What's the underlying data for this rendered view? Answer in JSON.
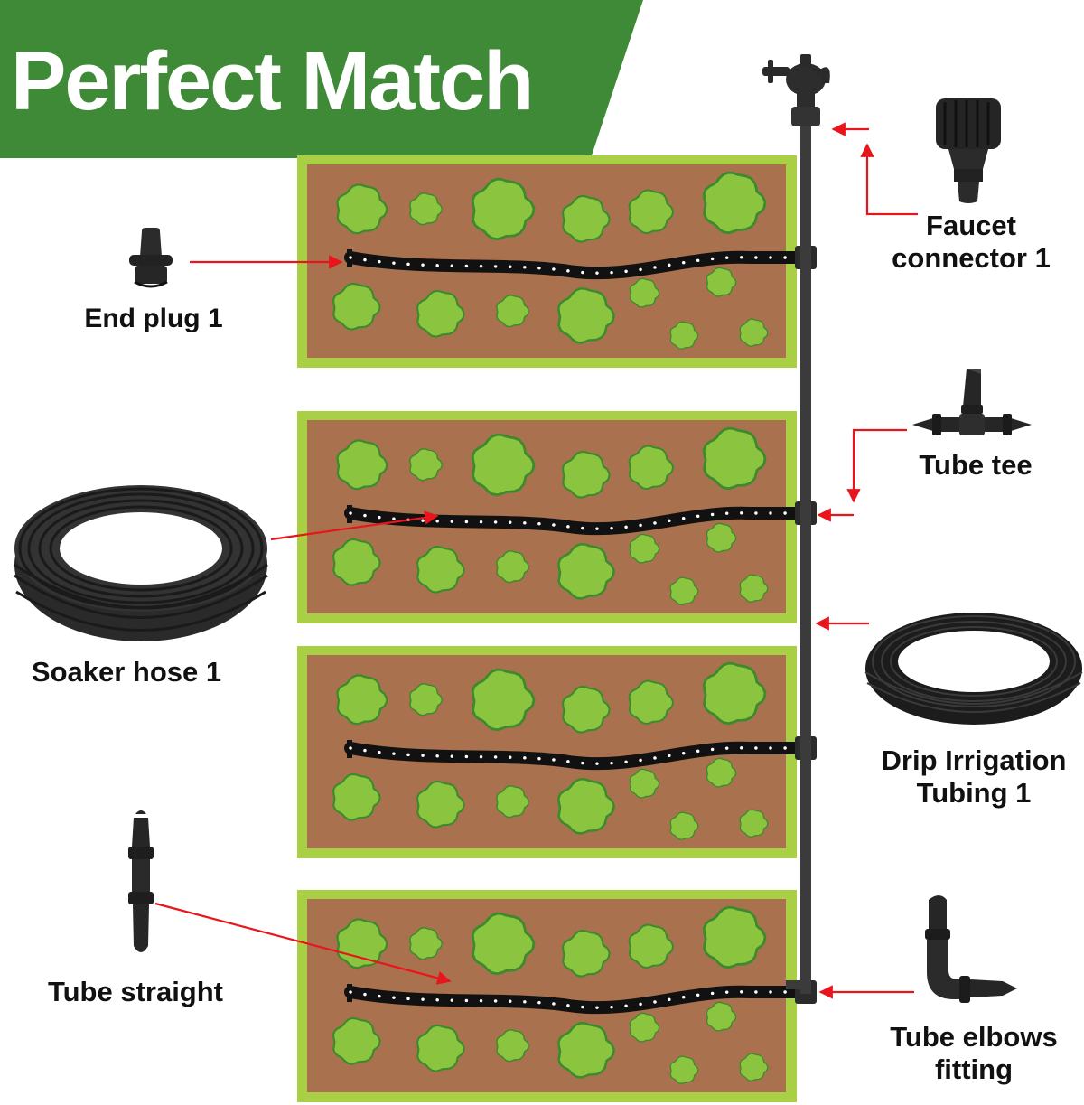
{
  "banner": {
    "title": "Perfect Match",
    "color": "#3f8a36"
  },
  "colors": {
    "bed_frame": "#a9cf44",
    "soil": "#a9714e",
    "plant_fill": "#8bc53f",
    "plant_outline": "#3d8a2d",
    "hose": "#111111",
    "pipe": "#3b3b3b",
    "arrow": "#e8161c"
  },
  "labels": {
    "end_plug": "End plug 1",
    "soaker_hose": "Soaker hose 1",
    "tube_straight": "Tube straight",
    "faucet_connector": "Faucet connector 1",
    "tube_tee": "Tube tee",
    "drip_tubing": "Drip Irrigation Tubing 1",
    "tube_elbows": "Tube elbows fitting"
  },
  "parts_icons": [
    "end-plug-icon",
    "soaker-hose-coil-icon",
    "tube-straight-icon",
    "faucet-icon",
    "faucet-connector-icon",
    "tube-tee-icon",
    "drip-tubing-coil-icon",
    "tube-elbow-icon"
  ],
  "garden_bed_count": 4
}
